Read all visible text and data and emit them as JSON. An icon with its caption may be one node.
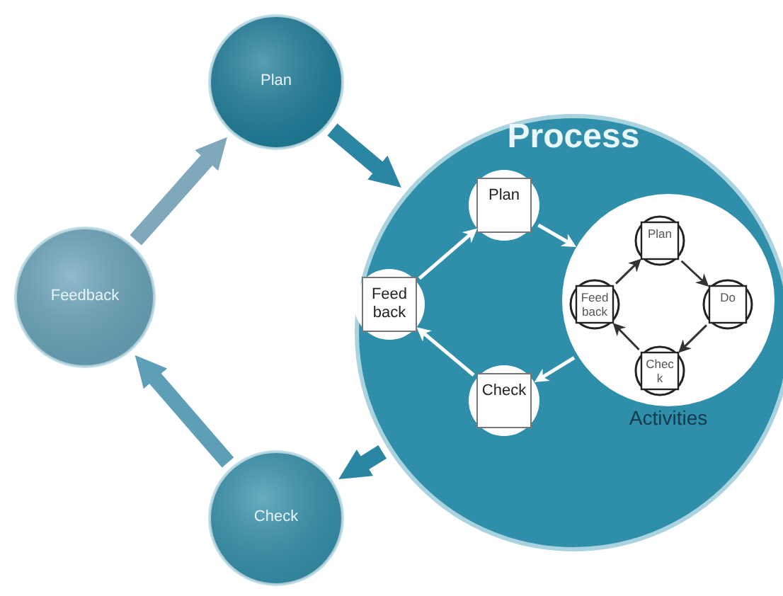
{
  "diagram": {
    "nodes": [
      {
        "text": [
          "Plan"
        ]
      },
      {
        "text": [
          "Process"
        ]
      },
      {
        "text": [
          "Plan"
        ],
        "in": 1
      },
      {
        "text": [
          "Feed back"
        ],
        "in": 1
      },
      {
        "text": [
          "Check"
        ],
        "in": 1
      },
      {
        "text": [
          "Activities"
        ],
        "in": 1
      },
      {
        "text": [
          "Plan"
        ],
        "in": 5
      },
      {
        "text": [
          "Feed back"
        ],
        "in": 5
      },
      {
        "text": [
          "Do"
        ],
        "in": 5
      },
      {
        "text": [
          "Chec k"
        ],
        "in": 5
      },
      {
        "text": [
          "Check"
        ]
      },
      {
        "text": [
          "Feedback"
        ]
      }
    ],
    "edges": [
      {
        "from": 0,
        "to": 1,
        "arrow": "to",
        "style": "thick",
        "color": "#2a86a3"
      },
      {
        "from": 1,
        "to": 10,
        "arrow": "to",
        "style": "thick",
        "color": "#2a86a3"
      },
      {
        "from": 10,
        "to": 11,
        "arrow": "to",
        "style": "thick",
        "color": "#5d9fb6"
      },
      {
        "from": 11,
        "to": 0,
        "arrow": "to",
        "style": "thick",
        "color": "#7fa9bb"
      },
      {
        "from": 2,
        "to": 5,
        "arrow": "to"
      },
      {
        "from": 5,
        "to": 4,
        "arrow": "to"
      },
      {
        "from": 4,
        "to": 3,
        "arrow": "to"
      },
      {
        "from": 3,
        "to": 2,
        "arrow": "to"
      },
      {
        "from": 6,
        "to": 8,
        "arrow": "to",
        "color": "#333333"
      },
      {
        "from": 8,
        "to": 9,
        "arrow": "to",
        "color": "#333333"
      },
      {
        "from": 9,
        "to": 7,
        "arrow": "to",
        "color": "#333333"
      },
      {
        "from": 7,
        "to": 6,
        "arrow": "to",
        "color": "#333333"
      }
    ]
  }
}
